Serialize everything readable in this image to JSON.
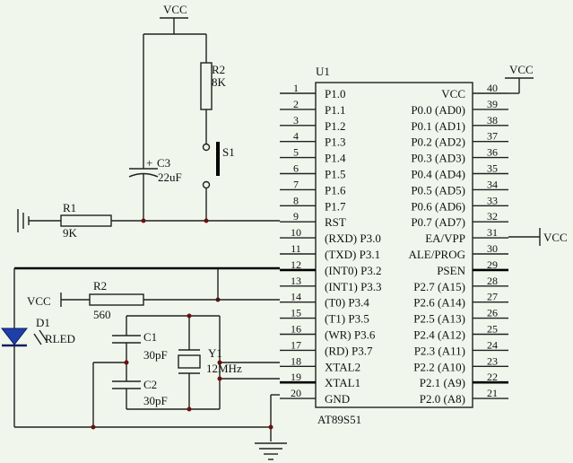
{
  "chip": {
    "ref": "U1",
    "part": "AT89S51",
    "left_pins": [
      {
        "num": "1",
        "label": "P1.0"
      },
      {
        "num": "2",
        "label": "P1.1"
      },
      {
        "num": "3",
        "label": "P1.2"
      },
      {
        "num": "4",
        "label": "P1.3"
      },
      {
        "num": "5",
        "label": "P1.4"
      },
      {
        "num": "6",
        "label": "P1.5"
      },
      {
        "num": "7",
        "label": "P1.6"
      },
      {
        "num": "8",
        "label": "P1.7"
      },
      {
        "num": "9",
        "label": "RST"
      },
      {
        "num": "10",
        "label": "(RXD) P3.0"
      },
      {
        "num": "11",
        "label": "(TXD) P3.1"
      },
      {
        "num": "12",
        "label": "(INT0) P3.2"
      },
      {
        "num": "13",
        "label": "(INT1) P3.3"
      },
      {
        "num": "14",
        "label": "(T0) P3.4"
      },
      {
        "num": "15",
        "label": "(T1) P3.5"
      },
      {
        "num": "16",
        "label": "(WR) P3.6"
      },
      {
        "num": "17",
        "label": "(RD) P3.7"
      },
      {
        "num": "18",
        "label": "XTAL2"
      },
      {
        "num": "19",
        "label": "XTAL1"
      },
      {
        "num": "20",
        "label": "GND"
      }
    ],
    "right_pins": [
      {
        "num": "40",
        "label": "VCC"
      },
      {
        "num": "39",
        "label": "P0.0 (AD0)"
      },
      {
        "num": "38",
        "label": "P0.1 (AD1)"
      },
      {
        "num": "37",
        "label": "P0.2 (AD2)"
      },
      {
        "num": "36",
        "label": "P0.3 (AD3)"
      },
      {
        "num": "35",
        "label": "P0.4 (AD4)"
      },
      {
        "num": "34",
        "label": "P0.5 (AD5)"
      },
      {
        "num": "33",
        "label": "P0.6 (AD6)"
      },
      {
        "num": "32",
        "label": "P0.7 (AD7)"
      },
      {
        "num": "31",
        "label": "EA/VPP"
      },
      {
        "num": "30",
        "label": "ALE/PROG"
      },
      {
        "num": "29",
        "label": "PSEN"
      },
      {
        "num": "28",
        "label": "P2.7 (A15)"
      },
      {
        "num": "27",
        "label": "P2.6 (A14)"
      },
      {
        "num": "26",
        "label": "P2.5 (A13)"
      },
      {
        "num": "25",
        "label": "P2.4 (A12)"
      },
      {
        "num": "24",
        "label": "P2.3 (A11)"
      },
      {
        "num": "23",
        "label": "P2.2 (A10)"
      },
      {
        "num": "22",
        "label": "P2.1 (A9)"
      },
      {
        "num": "21",
        "label": "P2.0 (A8)"
      }
    ]
  },
  "components": {
    "r1": {
      "ref": "R1",
      "value": "9K"
    },
    "r2_reset": {
      "ref": "R2",
      "value": "8K"
    },
    "c3": {
      "ref": "C3",
      "value": "22uF",
      "polarity": "+"
    },
    "s1": {
      "ref": "S1"
    },
    "r2_led": {
      "ref": "R2",
      "value": "560"
    },
    "d1": {
      "ref": "D1",
      "value": "RLED"
    },
    "c1": {
      "ref": "C1",
      "value": "30pF"
    },
    "c2": {
      "ref": "C2",
      "value": "30pF"
    },
    "y1": {
      "ref": "Y1",
      "value": "12MHz"
    }
  },
  "nets": {
    "vcc_top": "VCC",
    "vcc_pin40": "VCC",
    "vcc_ea": "VCC",
    "vcc_led": "VCC"
  },
  "colors": {
    "background": "#f1f6ec",
    "wire": "#202020",
    "junction": "#6a1010",
    "led": "#1f3fa8"
  }
}
